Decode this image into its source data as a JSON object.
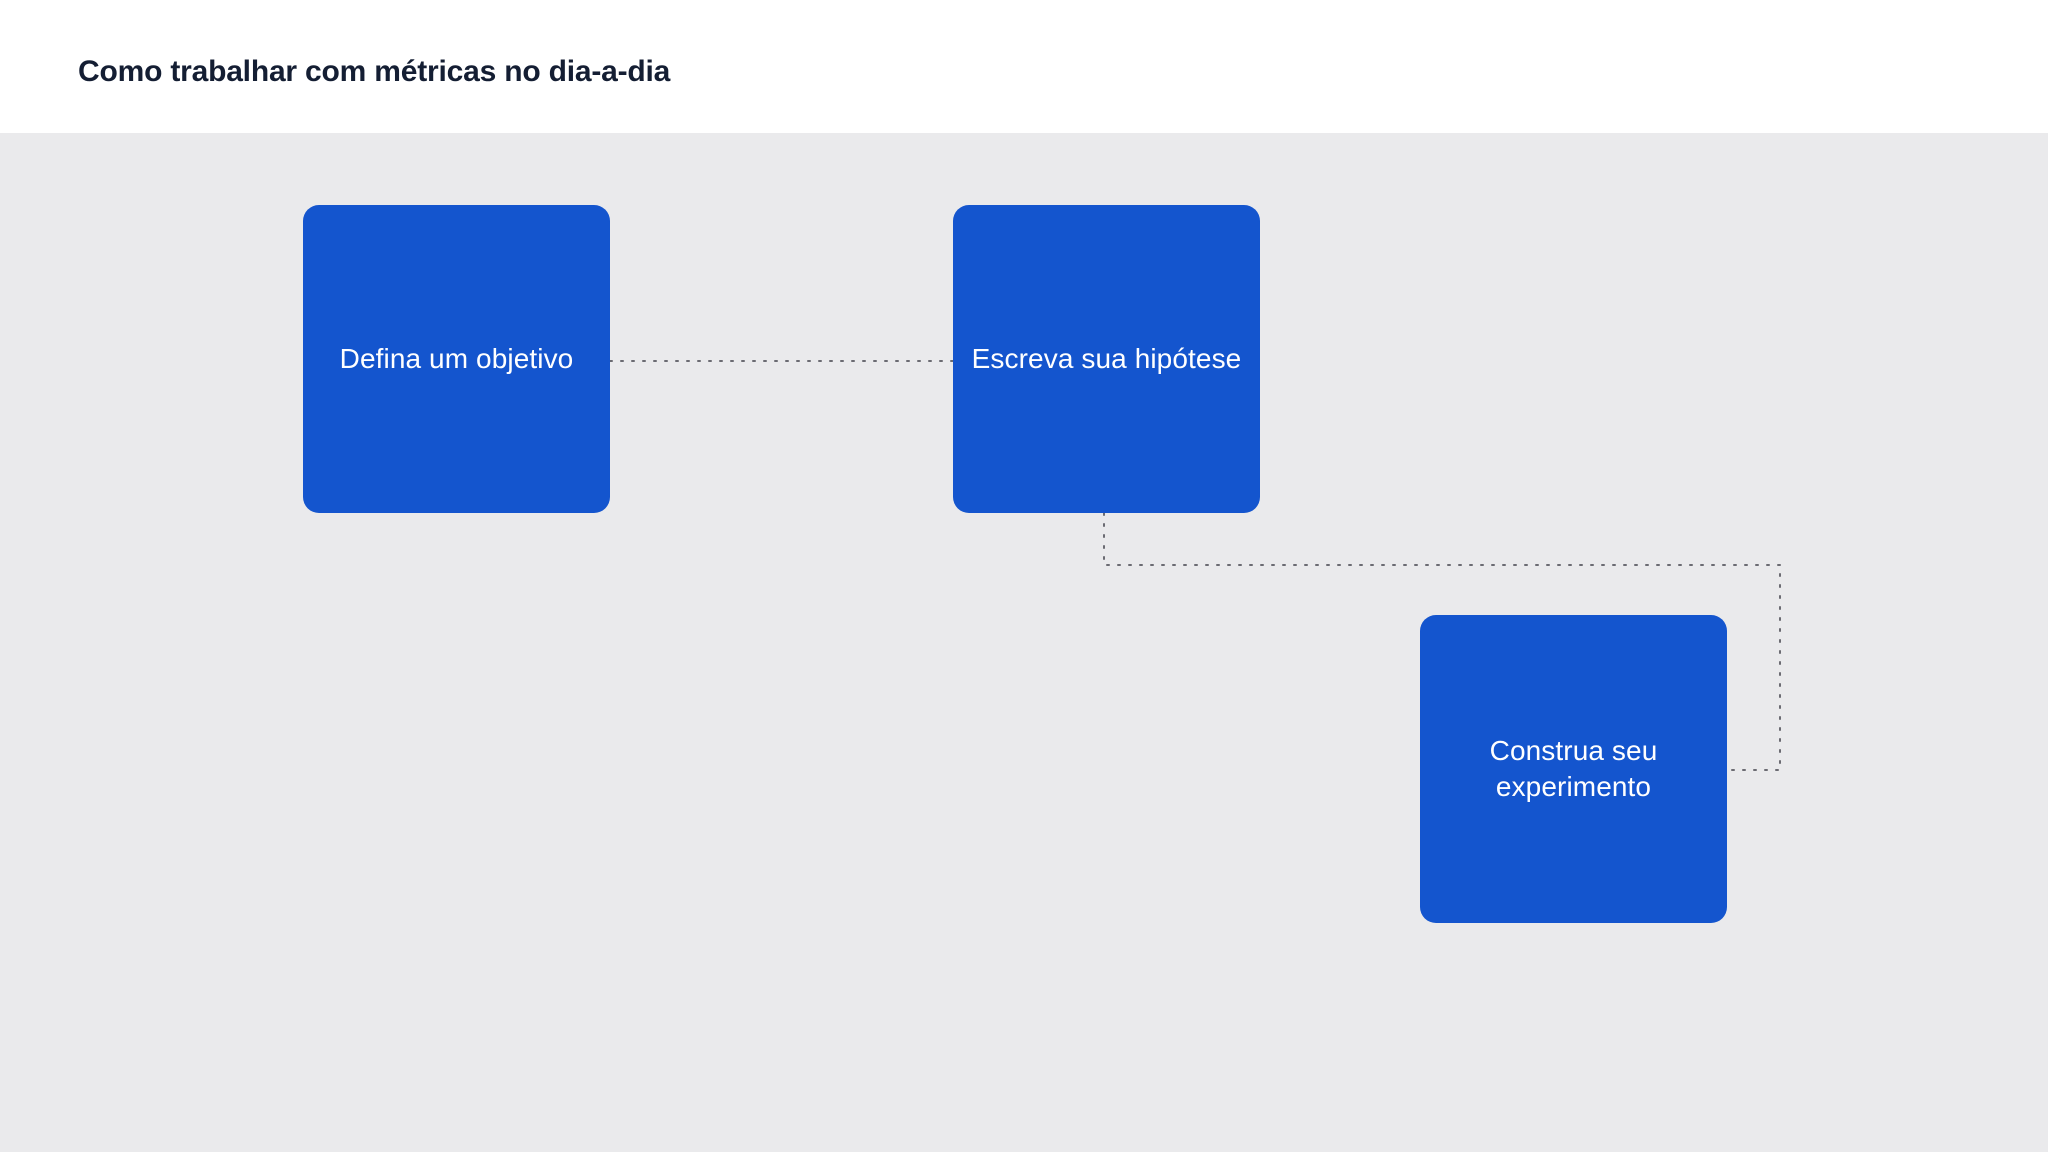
{
  "header": {
    "title": "Como trabalhar com métricas no dia-a-dia"
  },
  "canvas": {
    "background_color": "#eaeaec",
    "node_color": "#1455ce",
    "node_text_color": "#ffffff",
    "connector_color": "#6b6b72"
  },
  "diagram": {
    "type": "flowchart",
    "nodes": [
      {
        "id": "node-1",
        "label": "Defina um objetivo"
      },
      {
        "id": "node-2",
        "label": "Escreva sua hipótese"
      },
      {
        "id": "node-3",
        "label": "Construa seu experimento"
      }
    ],
    "edges": [
      {
        "from": "node-1",
        "to": "node-2",
        "style": "dotted"
      },
      {
        "from": "node-2",
        "to": "node-3",
        "style": "dotted"
      }
    ]
  }
}
